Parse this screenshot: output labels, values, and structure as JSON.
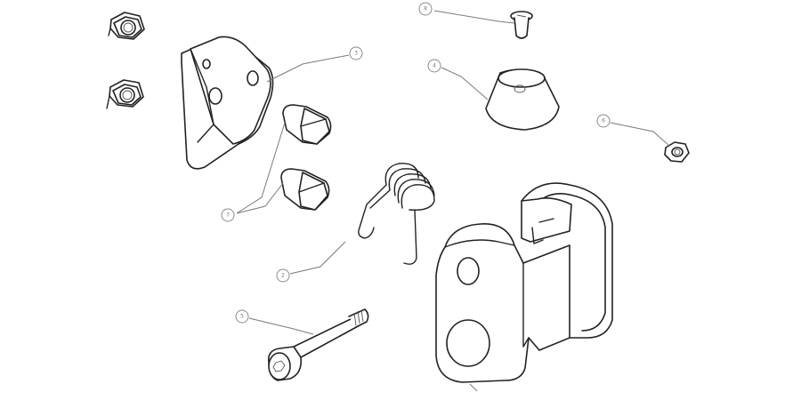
{
  "balloons": [
    {
      "id": "b8",
      "label": "8"
    },
    {
      "id": "b3",
      "label": "3"
    },
    {
      "id": "b4",
      "label": "4"
    },
    {
      "id": "b6",
      "label": "6"
    },
    {
      "id": "b7",
      "label": "7"
    },
    {
      "id": "b2",
      "label": "2"
    },
    {
      "id": "b5",
      "label": "5"
    }
  ]
}
